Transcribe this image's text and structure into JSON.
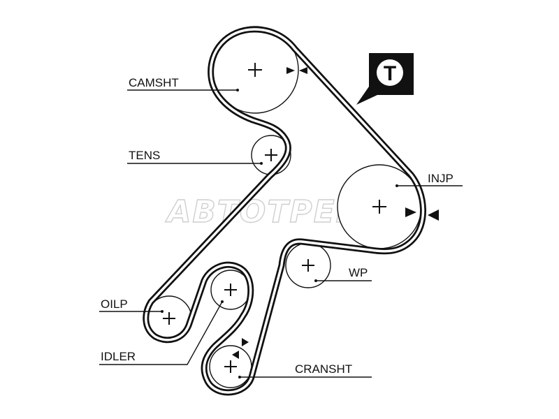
{
  "labels": {
    "camshaft": "CAMSHT",
    "tensioner": "TENS",
    "injection_pump": "INJP",
    "water_pump": "WP",
    "oil_pump": "OILP",
    "idler": "IDLER",
    "crankshaft": "CRANSHT"
  },
  "badge": {
    "letter": "T"
  },
  "watermark": {
    "text": "АВТОТРЕЙД"
  },
  "colors": {
    "ink": "#111111",
    "background": "#ffffff",
    "watermark_outline": "#cfcfcf"
  }
}
